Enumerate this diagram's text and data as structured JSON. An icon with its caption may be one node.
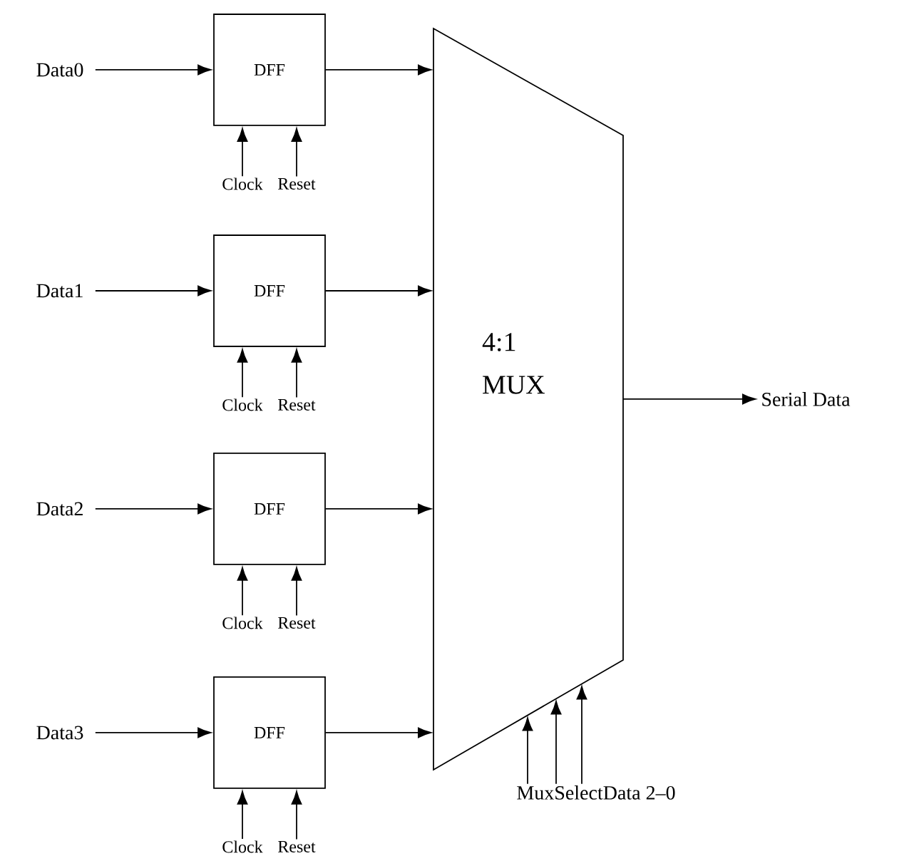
{
  "diagram": {
    "nodes": [
      {
        "text": [
          "Data0"
        ]
      },
      {
        "text": [
          "Data1"
        ]
      },
      {
        "text": [
          "Data2"
        ]
      },
      {
        "text": [
          "Data3"
        ]
      },
      {
        "text": [
          "DFF"
        ]
      },
      {
        "text": [
          "DFF"
        ]
      },
      {
        "text": [
          "DFF"
        ]
      },
      {
        "text": [
          "DFF"
        ]
      },
      {
        "text": [
          "Clock"
        ]
      },
      {
        "text": [
          "Reset"
        ]
      },
      {
        "text": [
          "Clock"
        ]
      },
      {
        "text": [
          "Reset"
        ]
      },
      {
        "text": [
          "Clock"
        ]
      },
      {
        "text": [
          "Reset"
        ]
      },
      {
        "text": [
          "Clock"
        ]
      },
      {
        "text": [
          "Reset"
        ]
      },
      {
        "text": [
          "4:1 MUX"
        ]
      },
      {
        "text": [
          "Serial Data"
        ]
      },
      {
        "text": [
          "MuxSelectData 2–0"
        ]
      }
    ],
    "edges": [
      {
        "from": 0,
        "to": 4,
        "arrow": "to"
      },
      {
        "from": 1,
        "to": 5,
        "arrow": "to"
      },
      {
        "from": 2,
        "to": 6,
        "arrow": "to"
      },
      {
        "from": 3,
        "to": 7,
        "arrow": "to"
      },
      {
        "from": 4,
        "to": 16,
        "arrow": "to"
      },
      {
        "from": 5,
        "to": 16,
        "arrow": "to"
      },
      {
        "from": 6,
        "to": 16,
        "arrow": "to"
      },
      {
        "from": 7,
        "to": 16,
        "arrow": "to"
      },
      {
        "from": 8,
        "to": 4,
        "arrow": "to"
      },
      {
        "from": 9,
        "to": 4,
        "arrow": "to"
      },
      {
        "from": 10,
        "to": 5,
        "arrow": "to"
      },
      {
        "from": 11,
        "to": 5,
        "arrow": "to"
      },
      {
        "from": 12,
        "to": 6,
        "arrow": "to"
      },
      {
        "from": 13,
        "to": 6,
        "arrow": "to"
      },
      {
        "from": 14,
        "to": 7,
        "arrow": "to"
      },
      {
        "from": 15,
        "to": 7,
        "arrow": "to"
      },
      {
        "from": 16,
        "to": 17,
        "arrow": "to"
      },
      {
        "from": 18,
        "to": 16,
        "arrow": "to"
      },
      {
        "from": 18,
        "to": 16,
        "arrow": "to"
      },
      {
        "from": 18,
        "to": 16,
        "arrow": "to"
      }
    ]
  }
}
